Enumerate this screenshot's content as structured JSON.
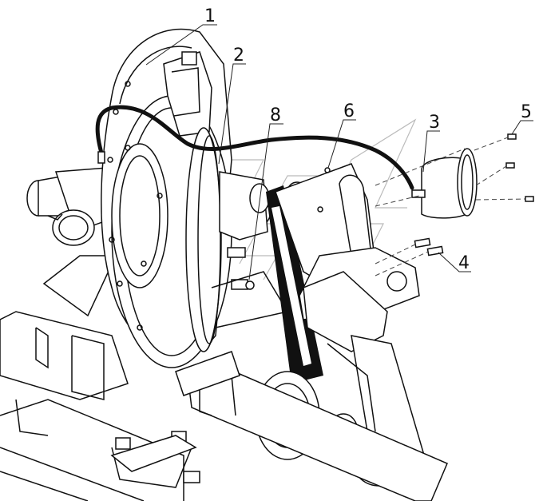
{
  "callouts": [
    {
      "id": "1",
      "label": "1"
    },
    {
      "id": "2",
      "label": "2"
    },
    {
      "id": "3",
      "label": "3"
    },
    {
      "id": "4",
      "label": "4"
    },
    {
      "id": "5",
      "label": "5"
    },
    {
      "id": "6",
      "label": "6"
    },
    {
      "id": "8",
      "label": "8"
    }
  ],
  "colors": {
    "line": "#111111",
    "background": "#ffffff",
    "watermark": "#bbbbbb"
  }
}
